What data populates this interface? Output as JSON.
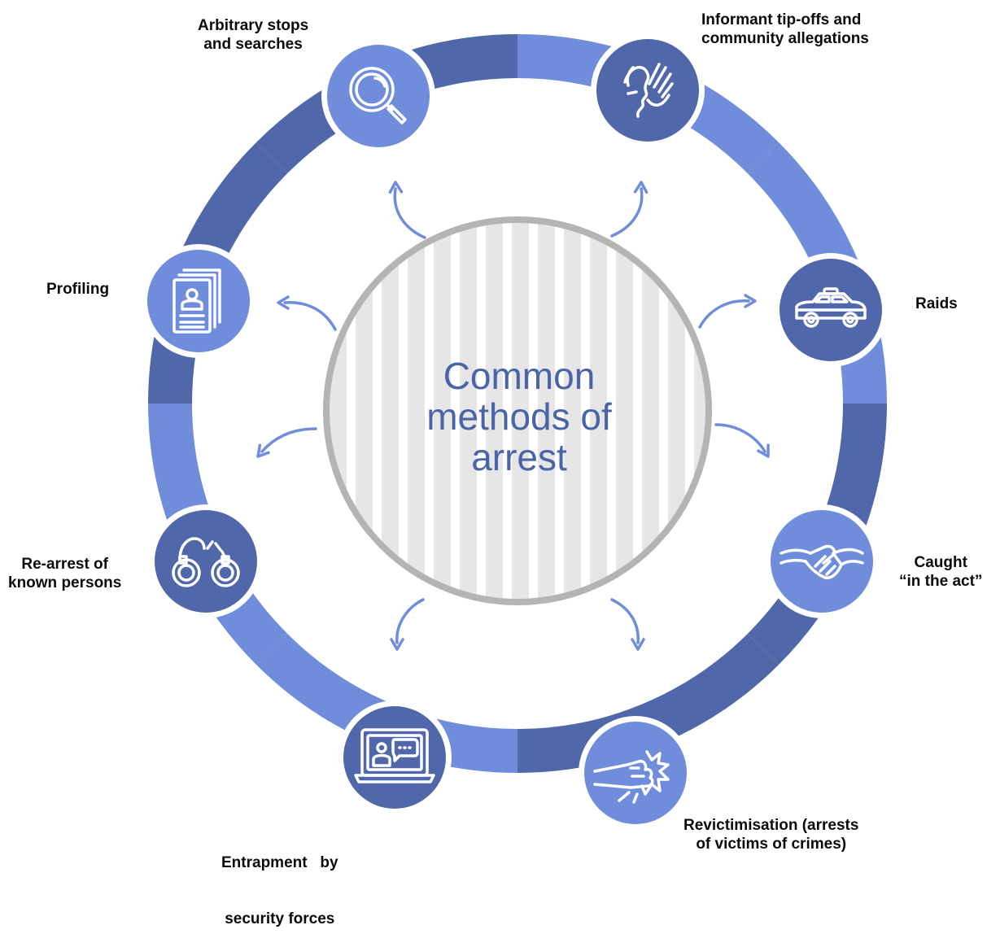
{
  "title": [
    "Common",
    "methods of",
    "arrest"
  ],
  "colors": {
    "ring_dark": "#5068a9",
    "ring_light": "#6f8ddb",
    "node_border": "#ffffff",
    "center_stroke": "#b4b4b4",
    "center_stripe": "#e6e6e6",
    "arrow": "#6f8ddb",
    "title": "#4a64a8"
  },
  "methods": [
    {
      "id": "arbitrary-stops",
      "label": [
        "Arbitrary stops",
        "and searches"
      ],
      "icon": "magnifier-icon",
      "tone": "light"
    },
    {
      "id": "informant-tip-offs",
      "label": [
        "Informant tip-offs and",
        "community allegations"
      ],
      "icon": "whisper-icon",
      "tone": "dark"
    },
    {
      "id": "raids",
      "label": [
        "Raids"
      ],
      "icon": "police-car-icon",
      "tone": "dark"
    },
    {
      "id": "caught-in-act",
      "label": [
        "Caught",
        "“in the act”"
      ],
      "icon": "handshake-icon",
      "tone": "light"
    },
    {
      "id": "revictimisation",
      "label": [
        "Revictimisation (arrests",
        "of victims of crimes)"
      ],
      "icon": "fist-impact-icon",
      "tone": "light"
    },
    {
      "id": "entrapment",
      "label": [
        "Entrapment   by",
        "security forces"
      ],
      "icon": "laptop-chat-icon",
      "tone": "dark"
    },
    {
      "id": "re-arrest",
      "label": [
        "Re-arrest of",
        "known persons"
      ],
      "icon": "handcuffs-icon",
      "tone": "dark"
    },
    {
      "id": "profiling",
      "label": [
        "Profiling"
      ],
      "icon": "profile-documents-icon",
      "tone": "light"
    }
  ]
}
